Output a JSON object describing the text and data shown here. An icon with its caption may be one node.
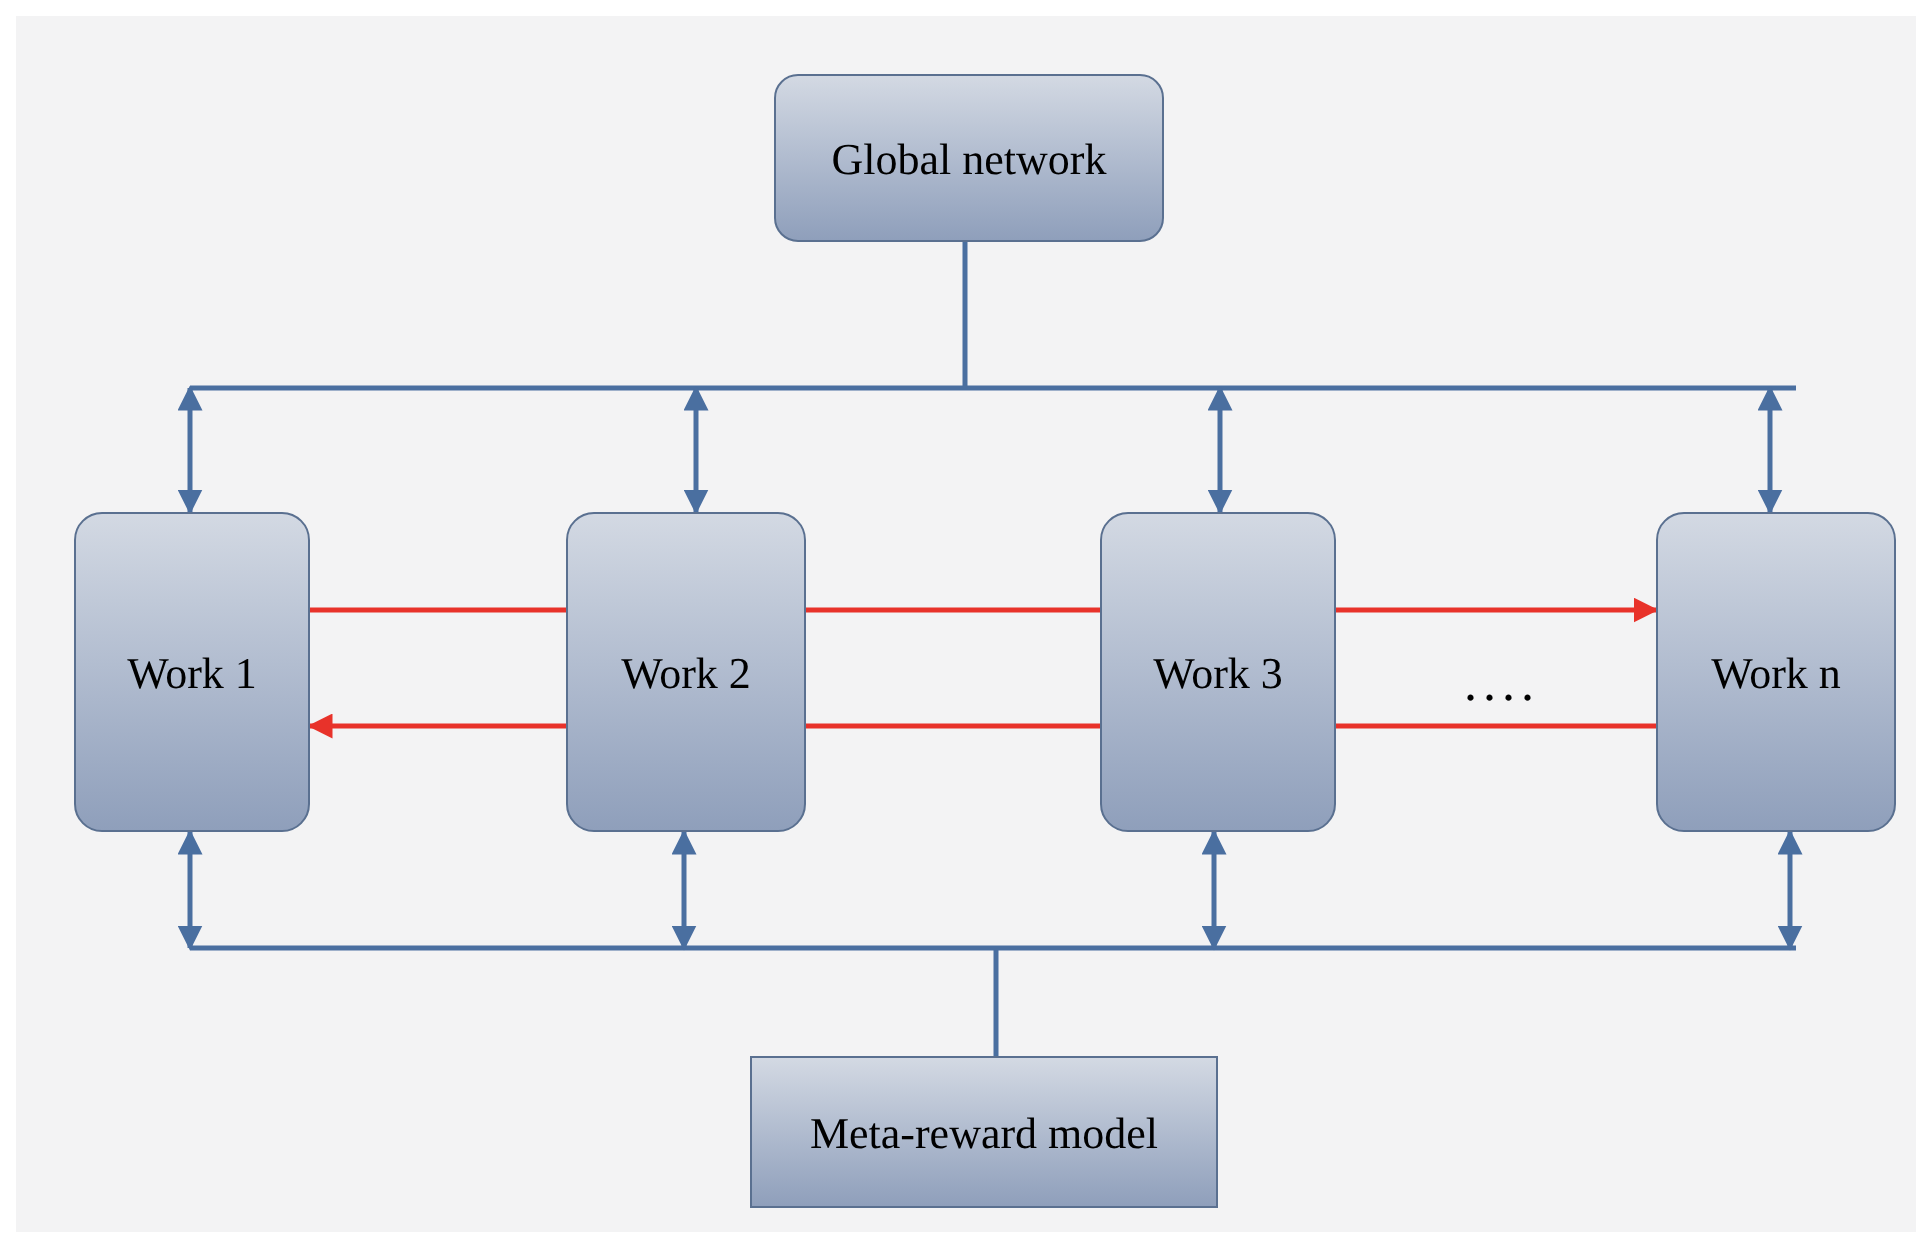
{
  "diagram": {
    "nodes": [
      {
        "text": [
          "Global network"
        ]
      },
      {
        "text": [
          "Work 1"
        ]
      },
      {
        "text": [
          "Work 2"
        ]
      },
      {
        "text": [
          "Work 3"
        ]
      },
      {
        "text": [
          "Work n"
        ]
      },
      {
        "text": [
          "Meta-reward model"
        ]
      }
    ],
    "edges": [
      {
        "from": 0,
        "to": 1,
        "arrow": "to"
      },
      {
        "from": 0,
        "to": 2,
        "arrow": "to"
      },
      {
        "from": 0,
        "to": 3,
        "arrow": "to"
      },
      {
        "from": 0,
        "to": 4,
        "arrow": "to"
      },
      {
        "from": 5,
        "to": 1,
        "arrow": "to"
      },
      {
        "from": 5,
        "to": 2,
        "arrow": "to"
      },
      {
        "from": 5,
        "to": 3,
        "arrow": "to"
      },
      {
        "from": 5,
        "to": 4,
        "arrow": "to"
      },
      {
        "from": 1,
        "to": 2,
        "arrow": "none",
        "color": "#e8322a"
      },
      {
        "from": 2,
        "to": 3,
        "arrow": "none",
        "color": "#e8322a"
      },
      {
        "from": 3,
        "to": 4,
        "arrow": "to",
        "color": "#e8322a"
      },
      {
        "from": 4,
        "to": 3,
        "arrow": "none",
        "color": "#e8322a"
      },
      {
        "from": 3,
        "to": 2,
        "arrow": "none",
        "color": "#e8322a"
      },
      {
        "from": 2,
        "to": 1,
        "arrow": "to",
        "color": "#e8322a"
      }
    ],
    "labels": [
      "...."
    ]
  }
}
